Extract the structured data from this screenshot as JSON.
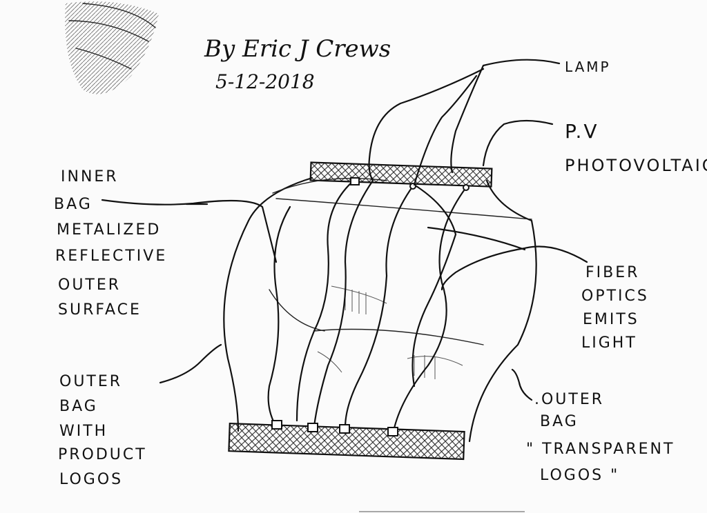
{
  "author": {
    "byline": "By Eric J Crews",
    "date": "5-12-2018"
  },
  "labels": {
    "lamp": "LAMP",
    "pv_line1": "P.V",
    "pv_line2": "PHOTOVOLTAIC",
    "inner_bag": [
      "INNER",
      "BAG",
      "METALIZED",
      "REFLECTIVE",
      "OUTER",
      "SURFACE"
    ],
    "fiber_optics": [
      "FIBER",
      "OPTICS",
      "EMITS",
      "LIGHT"
    ],
    "outer_bag_product": [
      "OUTER",
      "BAG",
      "WITH",
      "PRODUCT",
      "LOGOS"
    ],
    "outer_bag_transparent": [
      ".OUTER",
      "BAG",
      "\" TRANSPARENT",
      "LOGOS \""
    ]
  }
}
